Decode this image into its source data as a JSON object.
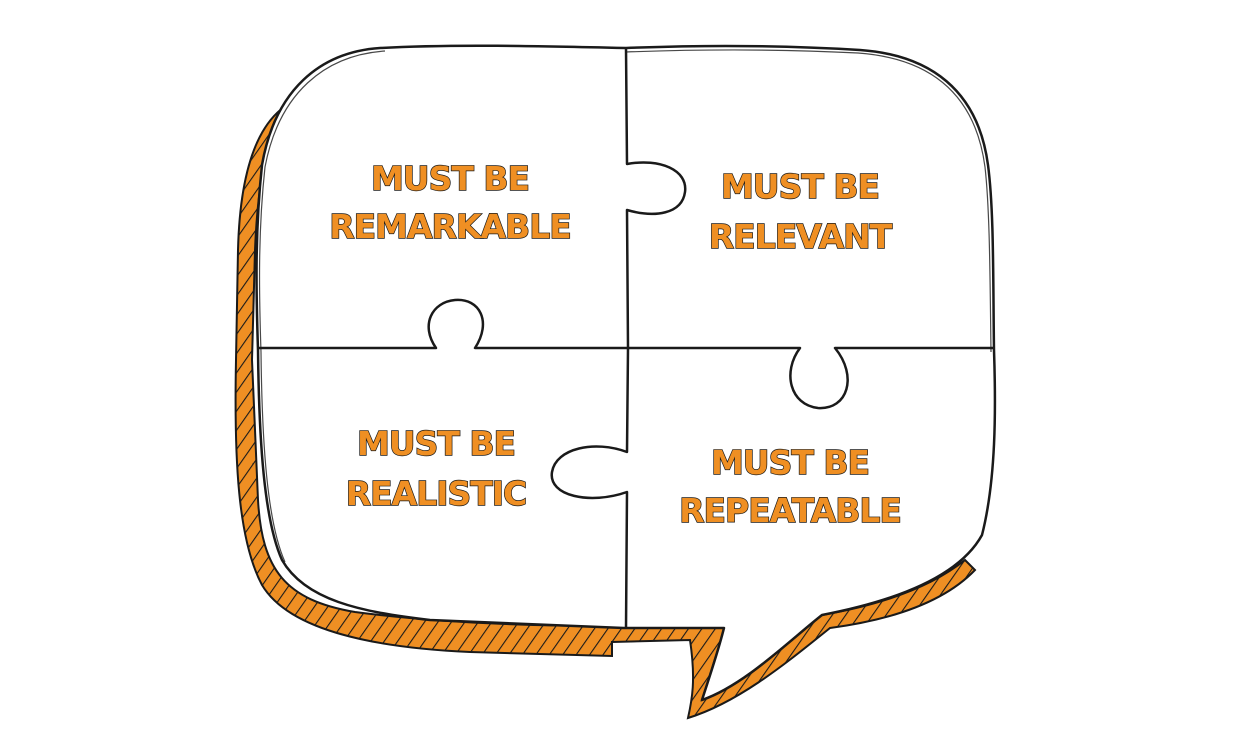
{
  "diagram": {
    "shape": "speech-bubble-puzzle",
    "pieces": [
      {
        "id": "top-left",
        "line1": "MUST BE",
        "line2": "REMARKABLE"
      },
      {
        "id": "top-right",
        "line1": "MUST BE",
        "line2": "RELEVANT"
      },
      {
        "id": "bottom-left",
        "line1": "MUST BE",
        "line2": "REALISTIC"
      },
      {
        "id": "bottom-right",
        "line1": "MUST BE",
        "line2": "REPEATABLE"
      }
    ]
  },
  "colors": {
    "accent": "#ef8f23",
    "outline": "#1a1a1a",
    "background": "#ffffff"
  }
}
